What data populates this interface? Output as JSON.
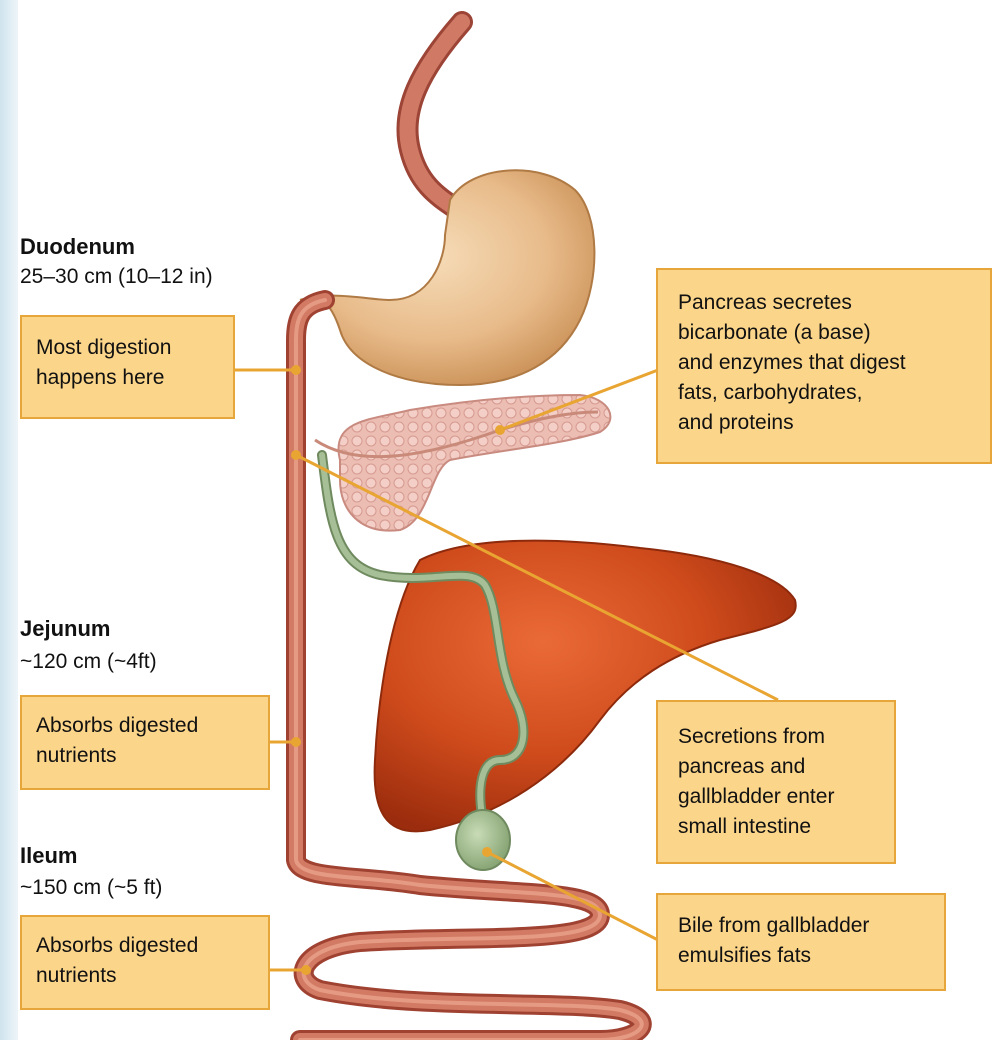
{
  "colors": {
    "callout_fill": "#fbd58a",
    "callout_border": "#e7a63a",
    "leader_line": "#e9a532",
    "intestine": "#cf6a55",
    "stomach": "#e8bb8a",
    "pancreas": "#e7b0a6",
    "liver": "#c94a1e",
    "bile_duct": "#8fa77f",
    "gallbladder": "#a8c096"
  },
  "segments": {
    "duodenum": {
      "name": "Duodenum",
      "length": "25–30 cm (10–12 in)",
      "note_lines": [
        "Most digestion",
        "happens here"
      ]
    },
    "jejunum": {
      "name": "Jejunum",
      "length": "~120 cm (~4ft)",
      "note_lines": [
        "Absorbs digested",
        "nutrients"
      ]
    },
    "ileum": {
      "name": "Ileum",
      "length": "~150 cm (~5 ft)",
      "note_lines": [
        "Absorbs digested",
        "nutrients"
      ]
    }
  },
  "callouts": {
    "pancreas": [
      "Pancreas secretes",
      "bicarbonate (a base)",
      "and enzymes that digest",
      "fats, carbohydrates,",
      "and proteins"
    ],
    "secretions": [
      "Secretions from",
      "pancreas and",
      "gallbladder enter",
      "small intestine"
    ],
    "bile": [
      "Bile from gallbladder",
      "emulsifies fats"
    ]
  },
  "organs": [
    "esophagus",
    "stomach",
    "pancreas",
    "liver",
    "gallbladder",
    "bile-duct",
    "small-intestine"
  ]
}
